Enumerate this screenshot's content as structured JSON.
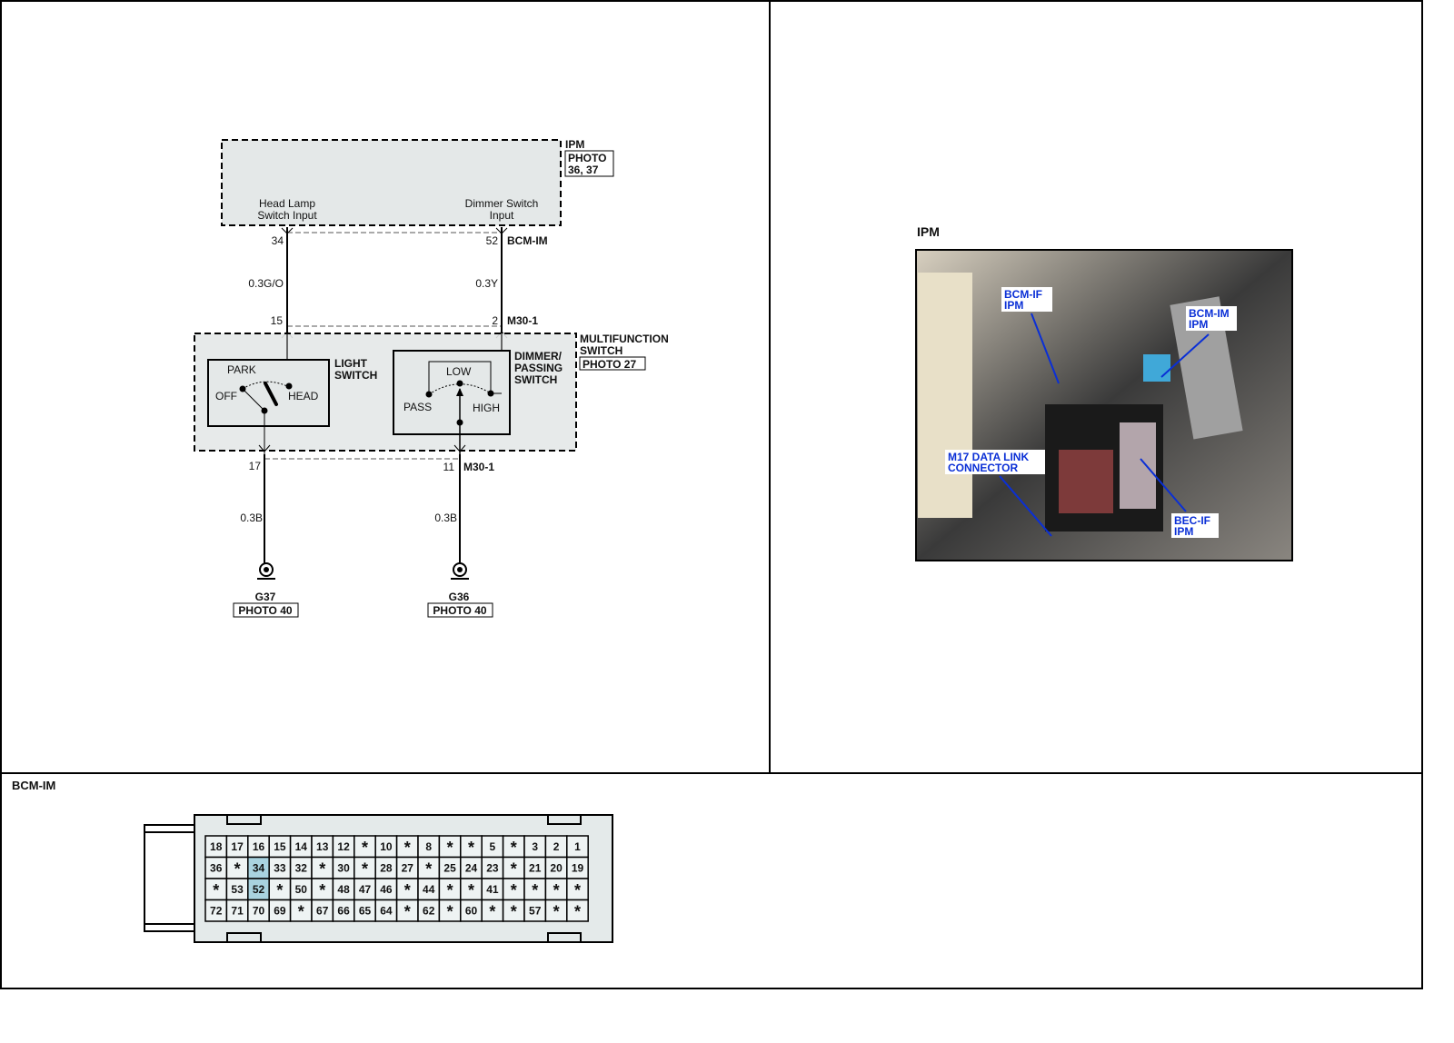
{
  "schematic": {
    "ipm_label": "IPM",
    "ipm_photo": [
      "PHOTO",
      "36, 37"
    ],
    "head_lamp_input": [
      "Head Lamp",
      "Switch Input"
    ],
    "dimmer_input": [
      "Dimmer Switch",
      "Input"
    ],
    "pin_34": "34",
    "pin_52": "52",
    "bcm_im": "BCM-IM",
    "wire_left_top": "0.3G/O",
    "wire_right_top": "0.3Y",
    "pin_15": "15",
    "pin_2": "2",
    "m30_top": "M30-1",
    "multifunction": [
      "MULTIFUNCTION",
      "SWITCH"
    ],
    "mf_photo": "PHOTO 27",
    "light_switch": [
      "LIGHT",
      "SWITCH"
    ],
    "dimmer_switch": [
      "DIMMER/",
      "PASSING",
      "SWITCH"
    ],
    "park": "PARK",
    "off": "OFF",
    "head": "HEAD",
    "low": "LOW",
    "pass": "PASS",
    "high": "HIGH",
    "pin_17": "17",
    "pin_11": "11",
    "m30_bottom": "M30-1",
    "wire_left_bottom": "0.3B",
    "wire_right_bottom": "0.3B",
    "ground_left": "G37",
    "ground_right": "G36",
    "ground_photo_left": "PHOTO 40",
    "ground_photo_right": "PHOTO 40"
  },
  "photo_panel": {
    "title": "IPM",
    "callouts": [
      [
        "BCM-IF",
        "IPM"
      ],
      [
        "BCM-IM",
        "IPM"
      ],
      [
        "M17 DATA LINK",
        "CONNECTOR"
      ],
      [
        "BEC-IF",
        "IPM"
      ]
    ],
    "callout_color": "#0a2fd6"
  },
  "connector": {
    "title": "BCM-IM",
    "highlight_color": "#a9d3e0",
    "highlighted": [
      "34",
      "52"
    ],
    "rows": [
      [
        "18",
        "17",
        "16",
        "15",
        "14",
        "13",
        "12",
        "*",
        "10",
        "*",
        "8",
        "*",
        "*",
        "5",
        "*",
        "3",
        "2",
        "1"
      ],
      [
        "36",
        "*",
        "34",
        "33",
        "32",
        "*",
        "30",
        "*",
        "28",
        "27",
        "*",
        "25",
        "24",
        "23",
        "*",
        "21",
        "20",
        "19"
      ],
      [
        "*",
        "53",
        "52",
        "*",
        "50",
        "*",
        "48",
        "47",
        "46",
        "*",
        "44",
        "*",
        "*",
        "41",
        "*",
        "*",
        "*",
        "*"
      ],
      [
        "72",
        "71",
        "70",
        "69",
        "*",
        "67",
        "66",
        "65",
        "64",
        "*",
        "62",
        "*",
        "60",
        "*",
        "*",
        "57",
        "*",
        "*"
      ]
    ]
  }
}
